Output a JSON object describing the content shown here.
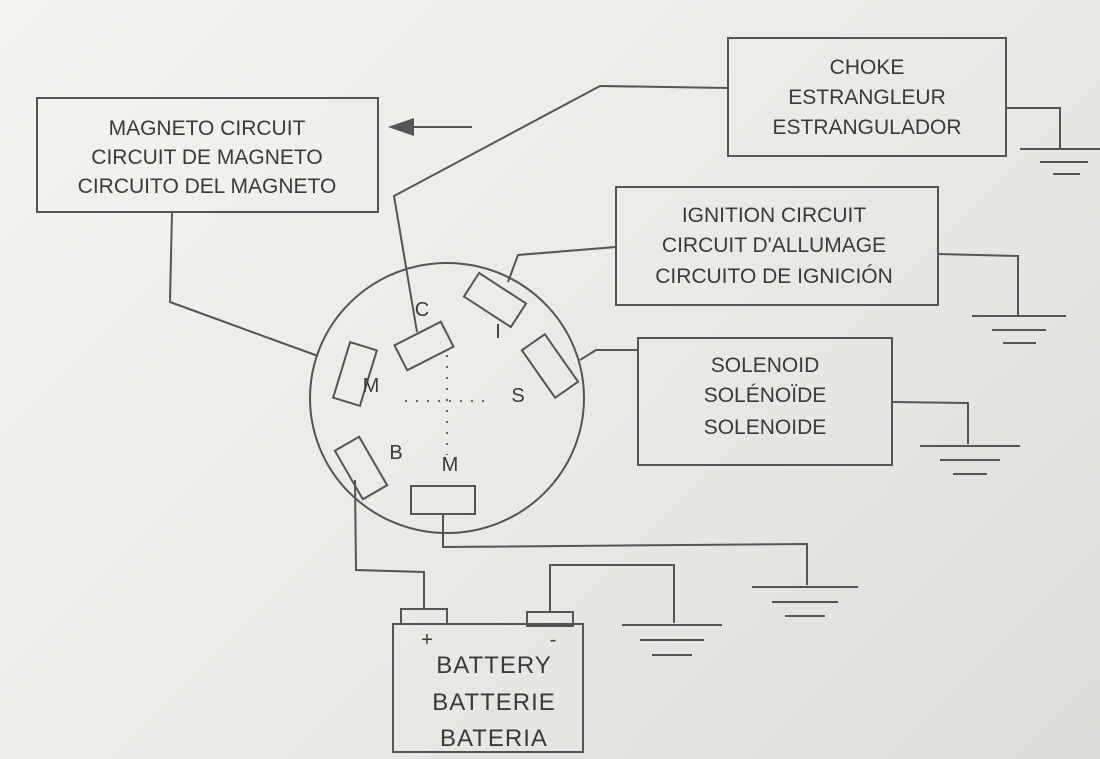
{
  "boxes": {
    "magneto": {
      "lines": [
        "MAGNETO CIRCUIT",
        "CIRCUIT DE MAGNETO",
        "CIRCUITO DEL MAGNETO"
      ]
    },
    "choke": {
      "lines": [
        "CHOKE",
        "ESTRANGLEUR",
        "ESTRANGULADOR"
      ]
    },
    "ignition": {
      "lines": [
        "IGNITION CIRCUIT",
        "CIRCUIT D'ALLUMAGE",
        "CIRCUITO DE IGNICIÓN"
      ]
    },
    "solenoid": {
      "lines": [
        "SOLENOID",
        "SOLÉNOÏDE",
        "SOLENOIDE"
      ]
    },
    "battery": {
      "lines": [
        "BATTERY",
        "BATTERIE",
        "BATERIA"
      ],
      "plus": "+",
      "minus": "-"
    }
  },
  "switch_terminals": {
    "c": "C",
    "i": "I",
    "m_left": "M",
    "s": "S",
    "b": "B",
    "m_bottom": "M"
  },
  "colors": {
    "line": "#555555",
    "text": "#3a3a3a"
  }
}
